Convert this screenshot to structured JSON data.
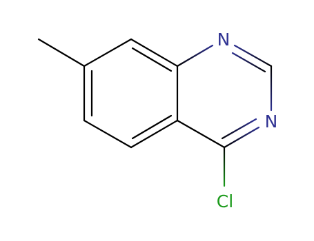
{
  "molecule": {
    "atoms": [
      {
        "id": "N1",
        "label": "N",
        "color": "#2e3192"
      },
      {
        "id": "N3",
        "label": "N",
        "color": "#2e3192"
      },
      {
        "id": "Cl",
        "label": "Cl",
        "color": "#1a9a1a"
      }
    ],
    "bond_color": "#000000"
  }
}
